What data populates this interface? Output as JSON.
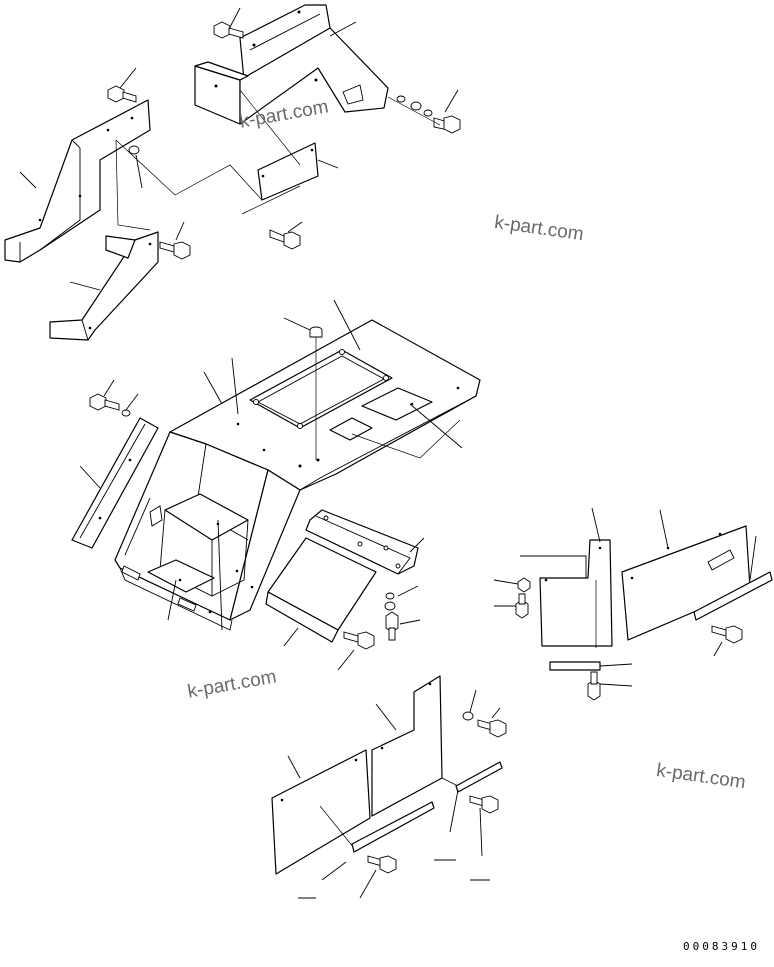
{
  "watermarks": [
    "k-part.com",
    "k-part.com",
    "k-part.com",
    "k-part.com"
  ],
  "document_number": "00083910"
}
